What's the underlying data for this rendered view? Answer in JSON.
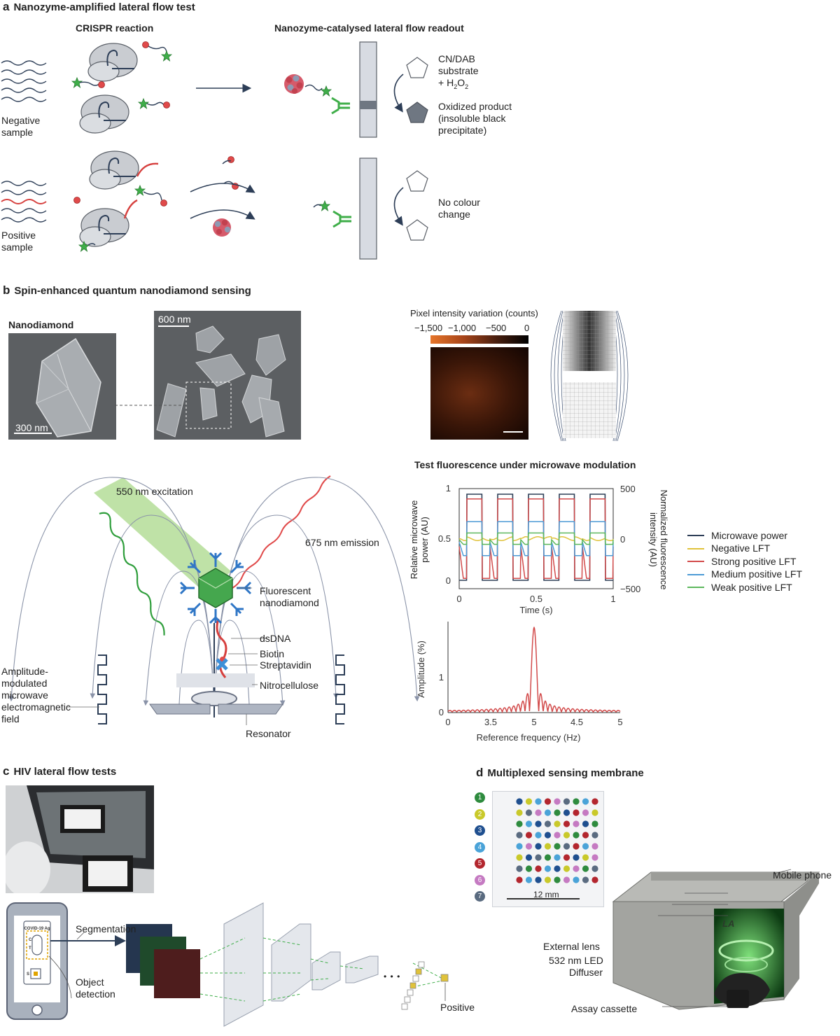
{
  "panel_a": {
    "letter": "a",
    "title": "Nanozyme-amplified lateral flow test",
    "crispr_title": "CRISPR reaction",
    "readout_title": "Nanozyme-catalysed lateral flow readout",
    "negative_label": "Negative\nsample",
    "positive_label": "Positive\nsample",
    "substrate_label": "CN/DAB\nsubstrate\n+ H2O2",
    "product_label": "Oxidized product\n(insoluble black\nprecipitate)",
    "no_change_label": "No colour\nchange"
  },
  "panel_b": {
    "letter": "b",
    "title": "Spin-enhanced quantum nanodiamond sensing",
    "nanodiamond_label": "Nanodiamond",
    "scale_300": "300 nm",
    "scale_600": "600 nm",
    "colorbar_title": "Pixel intensity variation (counts)",
    "colorbar_ticks": [
      "−1,500",
      "−1,000",
      "−500",
      "0"
    ],
    "excitation": "550 nm excitation",
    "emission": "675 nm emission",
    "fluorescent_nd": "Fluorescent\nnanodiamond",
    "dsdna": "dsDNA",
    "biotin": "Biotin",
    "streptavidin": "Streptavidin",
    "nitrocellulose": "Nitrocellulose",
    "resonator": "Resonator",
    "field_label": "Amplitude-\nmodulated\nmicrowave\nelectromagnetic\nfield",
    "fluor_title": "Test fluorescence under microwave modulation"
  },
  "panel_c": {
    "letter": "c",
    "title": "HIV lateral flow tests",
    "segmentation": "Segmentation",
    "object_detection": "Object\ndetection",
    "positive": "Positive",
    "ellipsis": "• • •"
  },
  "panel_d": {
    "letter": "d",
    "title": "Multiplexed sensing membrane",
    "numbers": [
      "1",
      "2",
      "3",
      "4",
      "5",
      "6",
      "7"
    ],
    "number_colors": [
      "#2e8b3e",
      "#c9c92a",
      "#1f4f8f",
      "#4aa3d8",
      "#b3262e",
      "#c57ac2",
      "#5a6b80"
    ],
    "scale_12": "12 mm",
    "mobile_phone": "Mobile phone",
    "external_lens": "External lens",
    "led": "532 nm LED",
    "diffuser": "Diffuser",
    "assay_cassette": "Assay cassette"
  },
  "chart_data": [
    {
      "type": "line",
      "x": [
        0,
        0.125,
        0.25,
        0.375,
        0.5,
        0.625,
        0.75,
        0.875,
        1
      ],
      "xlabel": "Time (s)",
      "ylabel": "Relative microwave\npower (AU)",
      "y2label": "Normalized fluorescence\nintensity (AU)",
      "xticks": [
        "0",
        "0.5",
        "1"
      ],
      "yticks": [
        "0",
        "0.5",
        "1"
      ],
      "y2ticks": [
        "500",
        "0",
        "−500"
      ],
      "xlim": [
        0,
        1
      ],
      "ylim": [
        0,
        1
      ],
      "y2lim": [
        -500,
        500
      ],
      "series": [
        {
          "name": "Microwave power",
          "color": "#2d3e57",
          "amplitude": 1
        },
        {
          "name": "Negative LFT",
          "color": "#e0c23a",
          "amplitude": 20
        },
        {
          "name": "Strong positive LFT",
          "color": "#d24a4a",
          "amplitude": 420
        },
        {
          "name": "Medium positive LFT",
          "color": "#4d9bd6",
          "amplitude": 180
        },
        {
          "name": "Weak positive LFT",
          "color": "#5cb85c",
          "amplitude": 60
        }
      ],
      "modulation_frequency_hz": 5
    },
    {
      "type": "line",
      "x": [
        0,
        0.5,
        1,
        1.5,
        2,
        2.5,
        3,
        3.5,
        4,
        4.5,
        5
      ],
      "xticks": [
        "0",
        "3.5",
        "5",
        "4.5",
        "5"
      ],
      "yticks": [
        "0",
        "1"
      ],
      "xlabel": "Reference frequency (Hz)",
      "ylabel": "Amplitude (%)",
      "peak_x": 5,
      "peak_y": 2.45,
      "ylim": [
        0,
        2.6
      ],
      "series": [
        {
          "color": "#d24a4a"
        }
      ]
    }
  ]
}
